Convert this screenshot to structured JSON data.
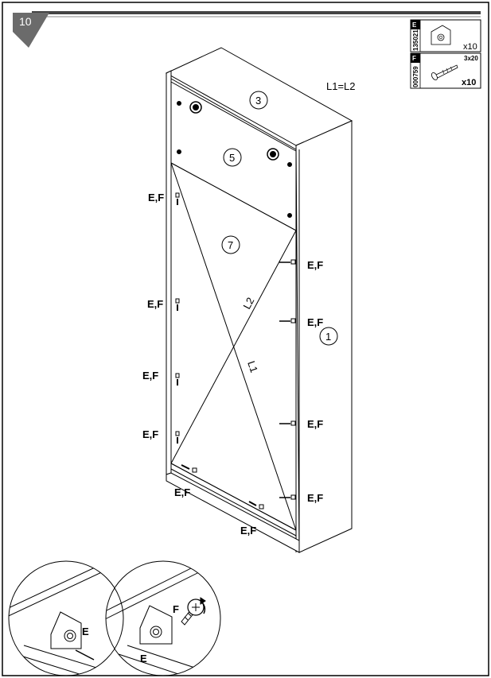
{
  "step": {
    "number": "10"
  },
  "parts": {
    "e": {
      "letter": "E",
      "code": "135021",
      "qty": "x10"
    },
    "f": {
      "letter": "F",
      "code": "000759",
      "size": "3x20",
      "qty": "x10"
    }
  },
  "equation": "L1=L2",
  "panels": {
    "top": "3",
    "back_top": "5",
    "back": "7",
    "side": "1"
  },
  "diagonals": {
    "l1": "L1",
    "l2": "L2"
  },
  "fastener_label": "E,F",
  "detail": {
    "e_label": "E",
    "f_label": "F"
  }
}
